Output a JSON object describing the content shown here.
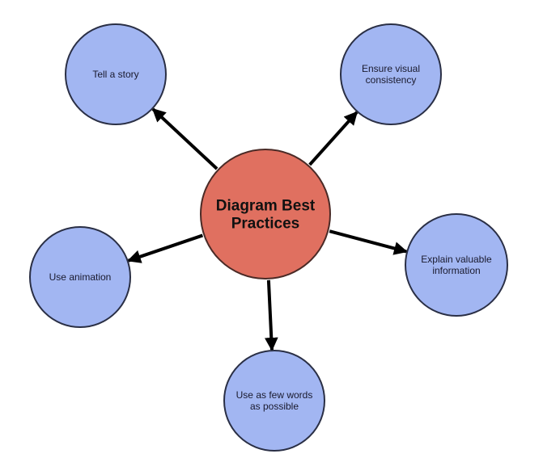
{
  "diagram": {
    "type": "mind-map",
    "center": {
      "id": "center",
      "lines": [
        "Diagram Best",
        "Practices"
      ],
      "fill": "#E07060",
      "stroke": "#4a2a26"
    },
    "nodes": [
      {
        "id": "tell-a-story",
        "lines": [
          "Tell a story"
        ]
      },
      {
        "id": "ensure-visual-consistency",
        "lines": [
          "Ensure visual",
          "consistency"
        ]
      },
      {
        "id": "explain-valuable-information",
        "lines": [
          "Explain valuable",
          "information"
        ]
      },
      {
        "id": "use-as-few-words",
        "lines": [
          "Use as few words",
          "as possible"
        ]
      },
      {
        "id": "use-animation",
        "lines": [
          "Use animation"
        ]
      }
    ],
    "edges": [
      {
        "from": "center",
        "to": "tell-a-story"
      },
      {
        "from": "center",
        "to": "ensure-visual-consistency"
      },
      {
        "from": "center",
        "to": "explain-valuable-information"
      },
      {
        "from": "center",
        "to": "use-as-few-words"
      },
      {
        "from": "center",
        "to": "use-animation"
      }
    ],
    "node_fill": "#A2B6F2",
    "node_stroke": "#2a2f45",
    "edge_color": "#000000"
  }
}
